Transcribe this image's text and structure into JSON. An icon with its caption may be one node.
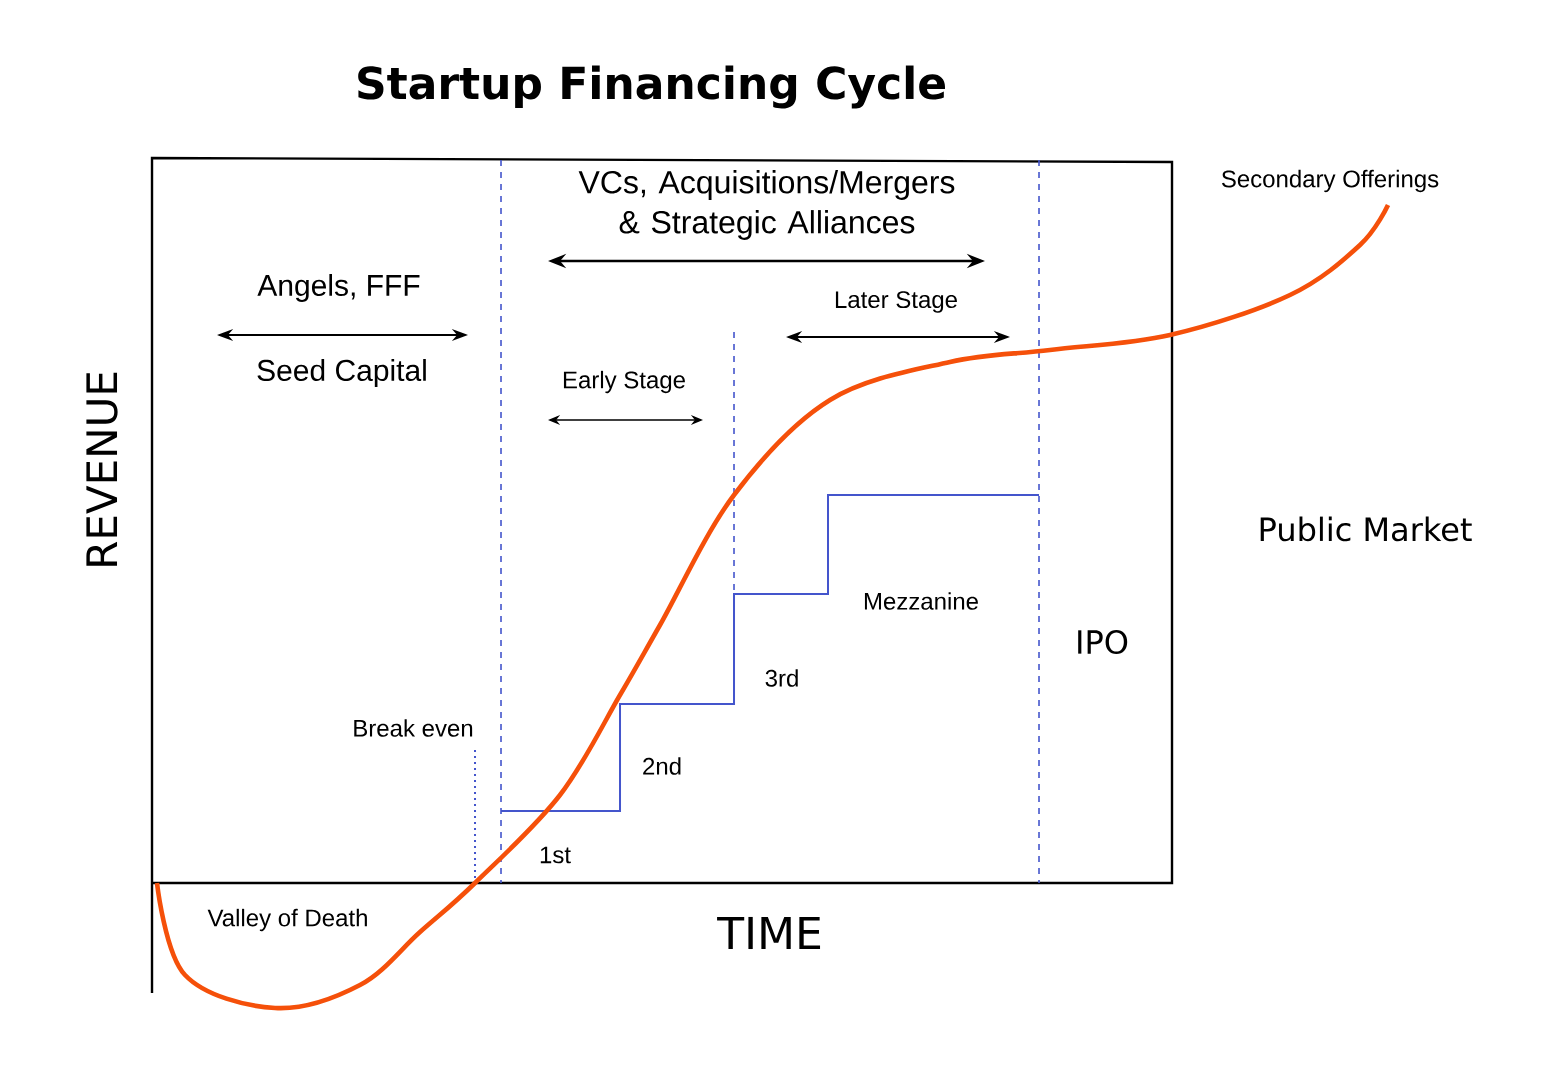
{
  "diagram": {
    "title": "Startup Financing Cycle",
    "labels": [
      "VCs, Acquisitions/Mergers & Strategic Alliances",
      "Secondary Offerings",
      "Angels, FFF",
      "Later Stage",
      "Seed Capital",
      "Early Stage",
      "REVENUE",
      "Public Market",
      "Mezzanine",
      "IPO",
      "3rd",
      "Break even",
      "2nd",
      "1st",
      "Valley of Death",
      "TIME"
    ]
  }
}
